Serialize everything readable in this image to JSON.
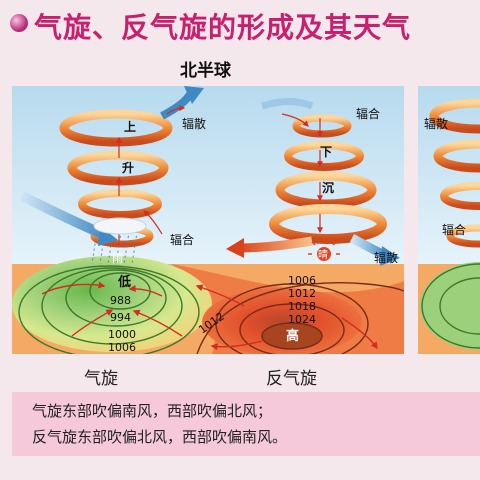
{
  "title": "气旋、反气旋的形成及其天气",
  "subtitle": "北半球",
  "cyclone": {
    "label": "气旋",
    "rise": [
      "上",
      "升"
    ],
    "divergence": "辐散",
    "convergence": "辐合",
    "weather": "雨",
    "center": "低",
    "isobars": [
      "988",
      "994",
      "1000",
      "1006"
    ]
  },
  "anticyclone": {
    "label": "反气旋",
    "sink": [
      "下",
      "沉"
    ],
    "convergence": "辐合",
    "divergence": "辐散",
    "weather": "晴",
    "center": "高",
    "isobars": [
      "1006",
      "1012",
      "1018",
      "1024"
    ]
  },
  "shared_isobar": "1012",
  "partial_right": {
    "divergence": "辐散",
    "convergence": "辐合"
  },
  "note": {
    "line1": "气旋东部吹偏南风，西部吹偏北风；",
    "line2": "反气旋东部吹偏北风，西部吹偏南风。"
  },
  "colors": {
    "title": "#c81f6e",
    "sky": "#cfe6f2",
    "low": "#79c35a",
    "high": "#d8452a",
    "note_bg": "#f5c9d9"
  }
}
